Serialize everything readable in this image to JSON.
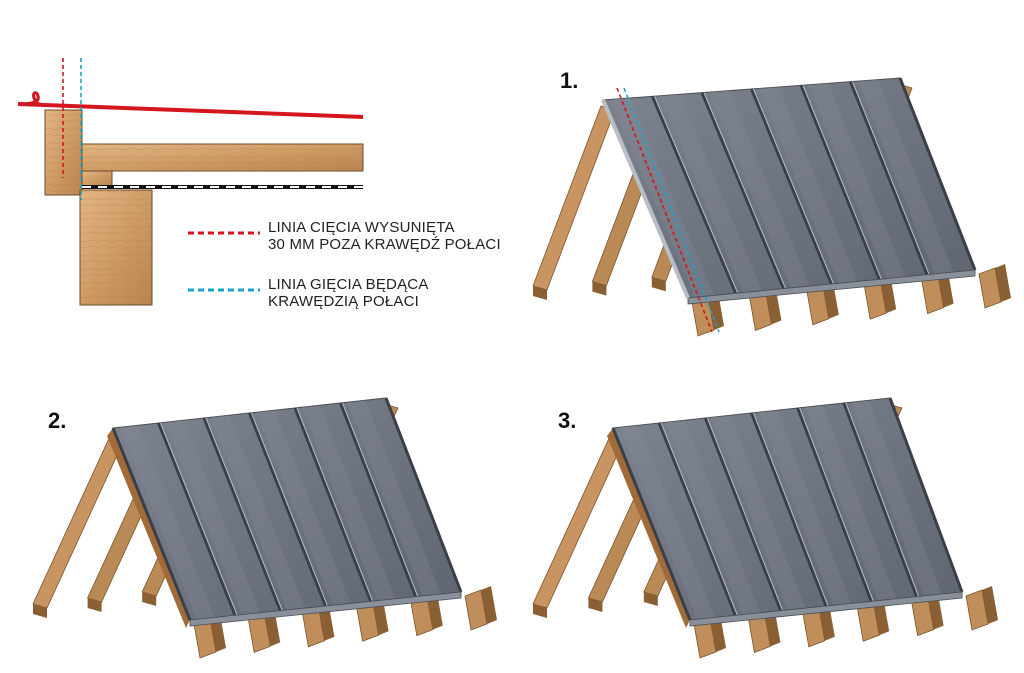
{
  "legend": {
    "cut_line": {
      "line1": "LINIA CIĘCIA WYSUNIĘTA",
      "line2": "30 MM POZA KRAWĘDŹ POŁACI",
      "color": "#d4161f"
    },
    "bend_line": {
      "line1": "LINIA GIĘCIA BĘDĄCA",
      "line2": "KRAWĘDZIĄ POŁACI",
      "color": "#1aa4c9"
    }
  },
  "steps": [
    {
      "label": "1."
    },
    {
      "label": "2."
    },
    {
      "label": "3."
    }
  ],
  "colors": {
    "wood_light": "#d7a874",
    "wood_mid": "#b98a56",
    "wood_dark": "#8a5f33",
    "sheet": "#6e7580",
    "sheet_light": "#8a919c",
    "seam": "#3a3f47",
    "sheet_edge": "#b9bec6",
    "flashing_red": "#d4161f"
  }
}
